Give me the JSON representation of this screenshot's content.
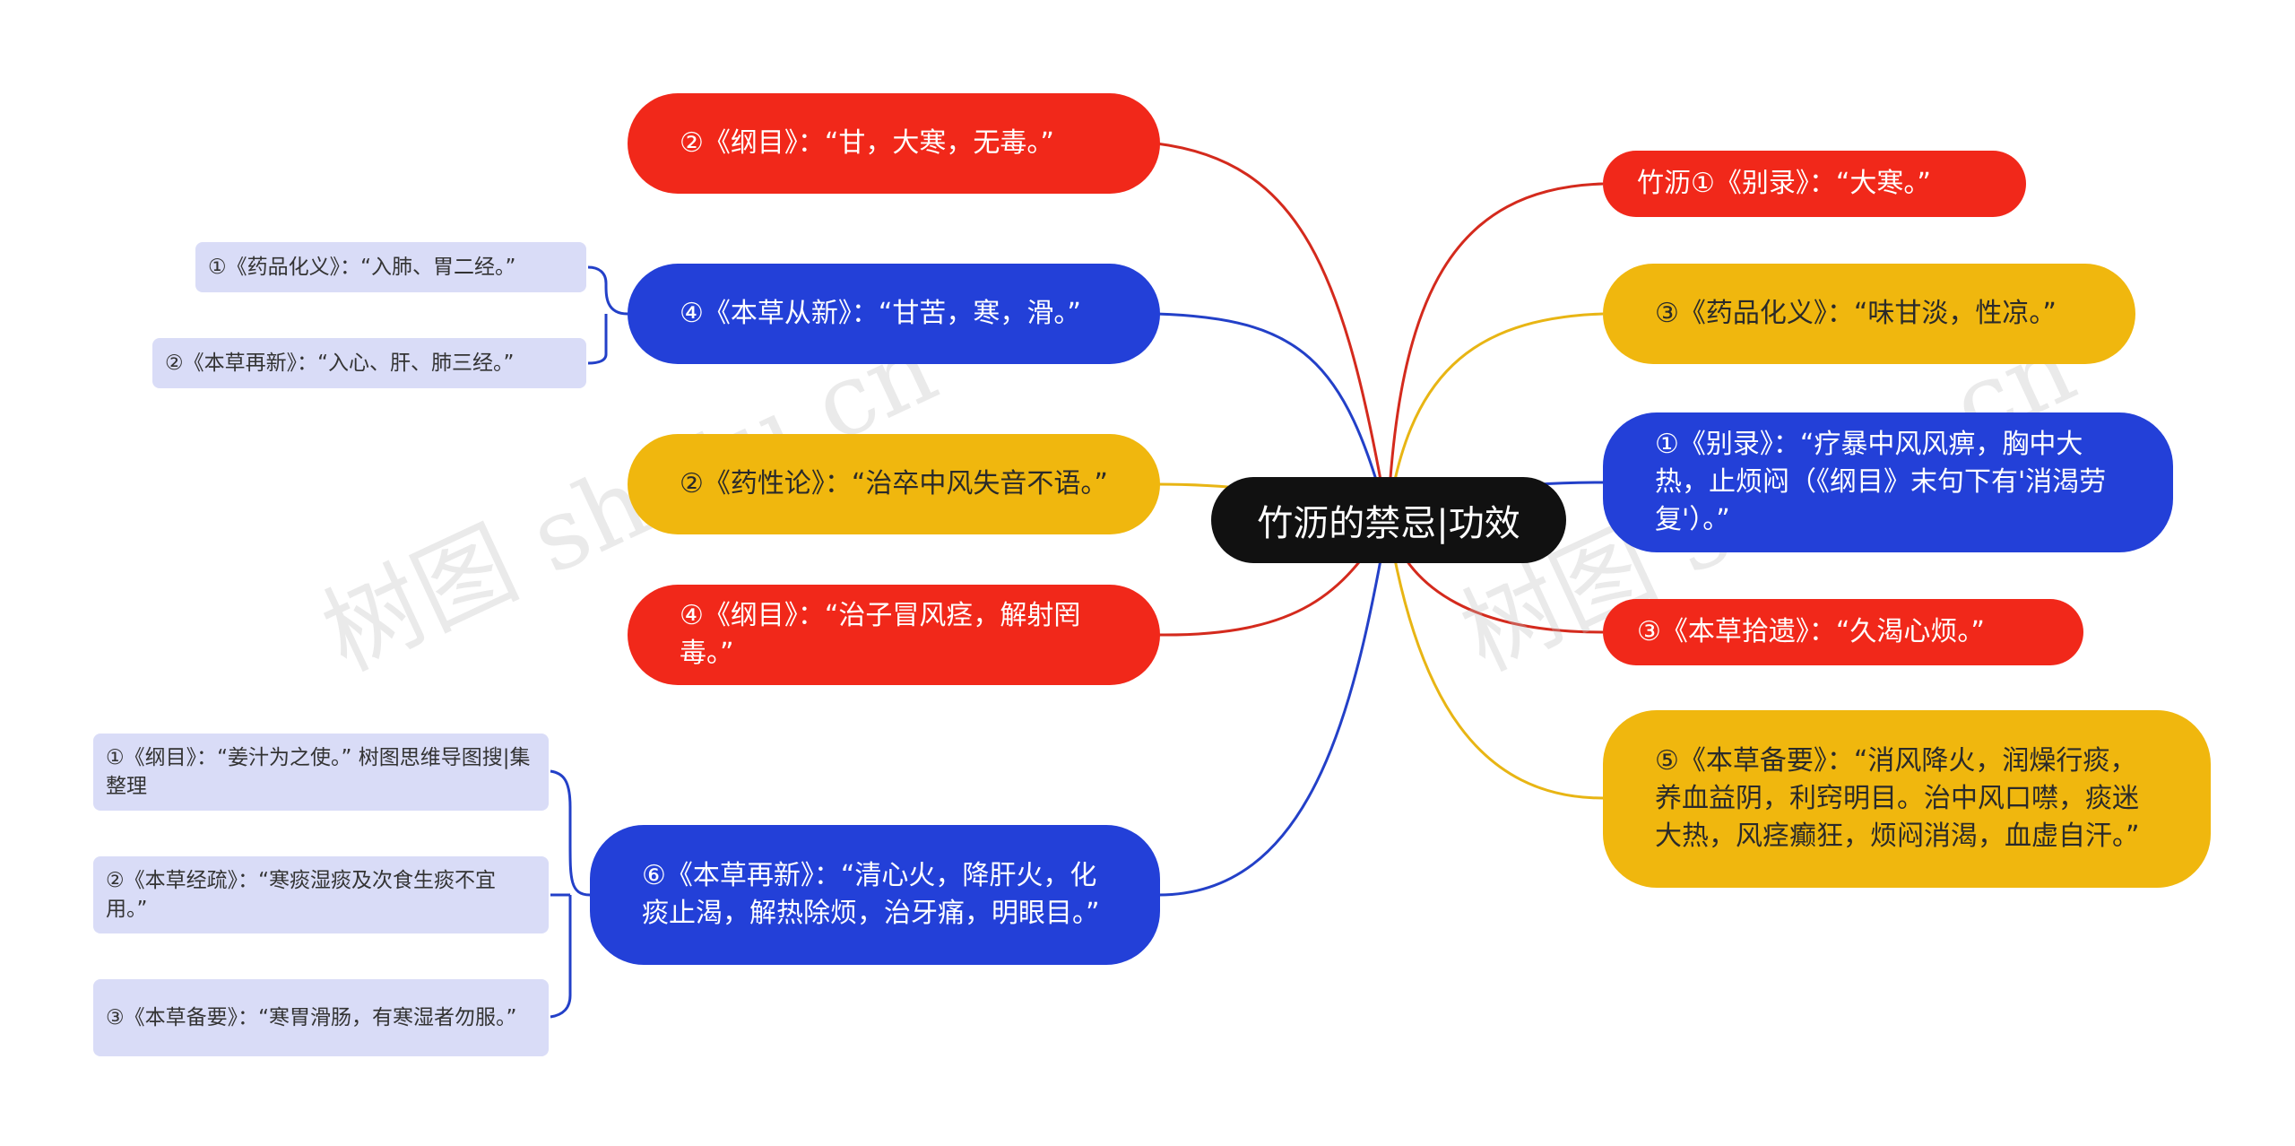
{
  "root": {
    "label": "竹沥的禁忌|功效"
  },
  "left_branches": [
    {
      "label": "②《纲目》：“甘，大寒，无毒。”",
      "color": "red"
    },
    {
      "label": "④《本草从新》：“甘苦，寒，滑。”",
      "color": "blue"
    },
    {
      "label": "②《药性论》：“治卒中风失音不语。”",
      "color": "yellow"
    },
    {
      "label": "④《纲目》：“治子冒风痉，解射罔毒。”",
      "color": "red"
    },
    {
      "label": "⑥《本草再新》：“清心火，降肝火，化痰止渴，解热除烦，治牙痛，明眼目。”",
      "color": "blue"
    }
  ],
  "right_branches": [
    {
      "label": "竹沥①《别录》：“大寒。”",
      "color": "red"
    },
    {
      "label": "③《药品化义》：“味甘淡，性凉。”",
      "color": "yellow"
    },
    {
      "label": "①《别录》：“疗暴中风风痹，胸中大热，止烦闷（《纲目》末句下有'消渴劳复'）。”",
      "color": "blue"
    },
    {
      "label": "③《本草拾遗》：“久渴心烦。”",
      "color": "red"
    },
    {
      "label": "⑤《本草备要》：“消风降火，润燥行痰，养血益阴，利窍明目。治中风口噤，痰迷大热，风痉癫狂，烦闷消渴，血虚自汗。”",
      "color": "yellow"
    }
  ],
  "benzao_leaves": [
    {
      "label": "①《药品化义》：“入肺、胃二经。”"
    },
    {
      "label": "②《本草再新》：“入心、肝、肺三经。”"
    }
  ],
  "zaixin_leaves": [
    {
      "label": "①《纲目》：“姜汁为之使。” 树图思维导图搜|集整理"
    },
    {
      "label": "②《本草经疏》：“寒痰湿痰及次食生痰不宜用。”"
    },
    {
      "label": "③《本草备要》：“寒胃滑肠，有寒湿者勿服。”"
    }
  ],
  "watermark": "树图 shutu.cn",
  "colors": {
    "red": "#f1281a",
    "blue": "#2340d8",
    "yellow": "#f0b70e",
    "leaf": "#d9dcf7",
    "root": "#111111"
  }
}
